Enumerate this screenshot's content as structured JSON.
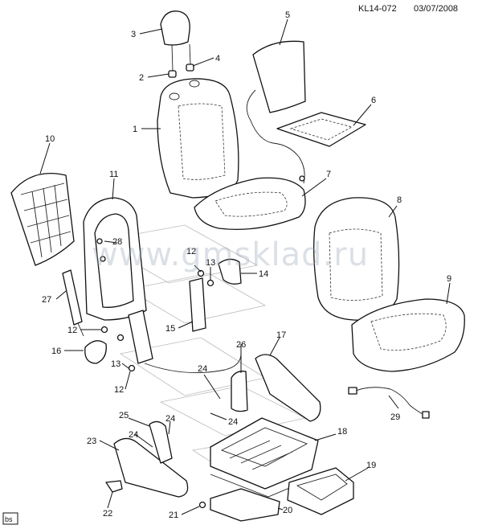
{
  "header": {
    "figure_id": "KL14-072",
    "date": "03/07/2008"
  },
  "watermark": "www.gmsklad.ru",
  "corner_tag": "bs",
  "callouts": [
    "1",
    "2",
    "3",
    "4",
    "5",
    "6",
    "7",
    "8",
    "9",
    "10",
    "11",
    "12",
    "12",
    "12",
    "13",
    "13",
    "14",
    "15",
    "16",
    "17",
    "18",
    "19",
    "20",
    "21",
    "22",
    "23",
    "24",
    "24",
    "24",
    "24",
    "25",
    "26",
    "27",
    "28",
    "29"
  ]
}
